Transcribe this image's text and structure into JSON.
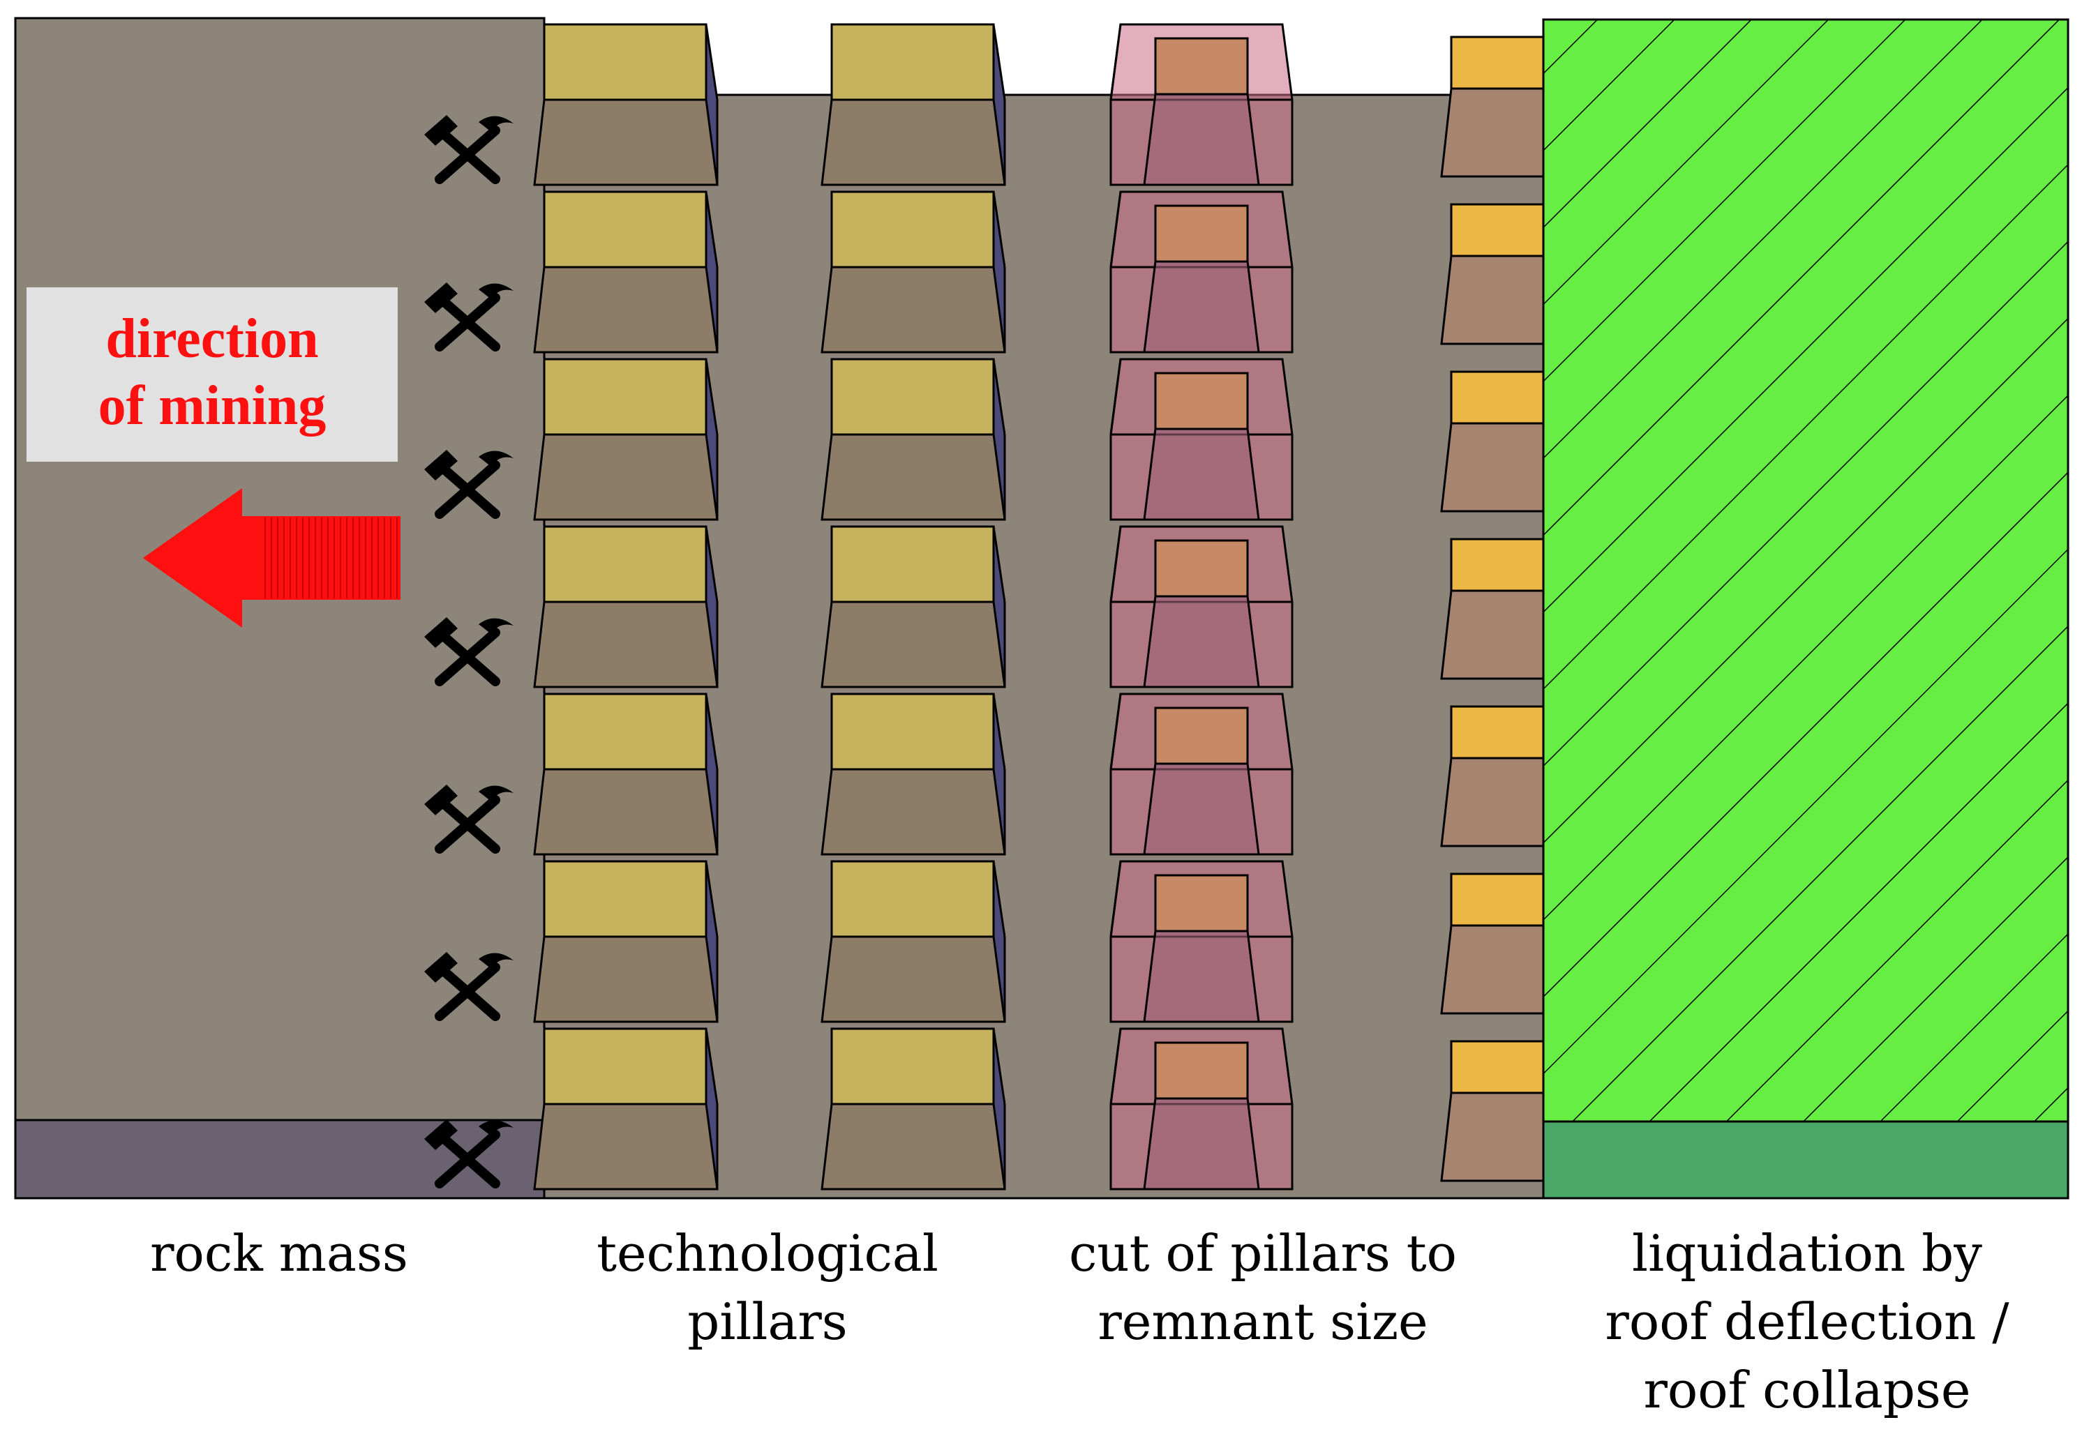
{
  "direction_label": {
    "line1": "direction",
    "line2": "of mining"
  },
  "zone_labels": {
    "rock_mass": [
      "rock mass"
    ],
    "technological_pillars": [
      "technological",
      "pillars"
    ],
    "cut_pillars": [
      "cut of pillars to",
      "remnant size"
    ],
    "liquidation": [
      "liquidation by",
      "roof deflection /",
      "roof collapse"
    ]
  },
  "pillar_rows": 7,
  "mining_icon": "hammer-and-pick-icon",
  "colors": {
    "rock_mass": "#8e857a",
    "floor_rock": "#6a6270",
    "pillar_top": "#c7b35e",
    "pillar_side": "#8c7c68",
    "cut_pillar_tint": "#cc6e8a",
    "cut_pillar_inner": "#c68964",
    "remnant_pillar_top": "#ecb845",
    "remnant_pillar_side": "#a68470",
    "liquidation_zone": "#66ee44",
    "liquidation_floor": "#4aa868",
    "arrow": "#ff0f0f",
    "label_text": "#000000"
  }
}
